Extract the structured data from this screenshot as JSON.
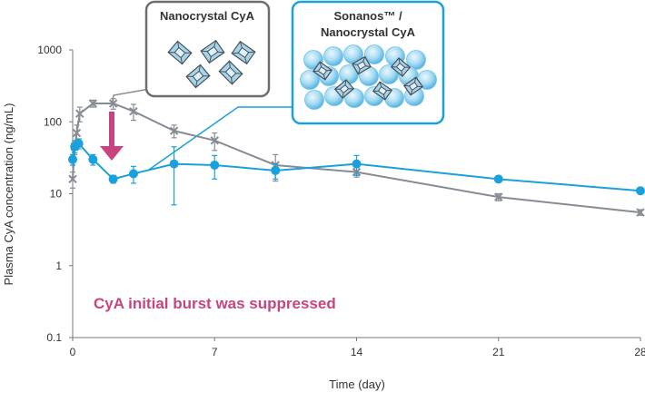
{
  "chart_data": {
    "type": "line",
    "xlabel": "Time (day)",
    "ylabel": "Plasma CyA concentration (ng/mL)",
    "x_ticks": [
      "0",
      "7",
      "14",
      "21",
      "28"
    ],
    "y_ticks": [
      "0.1",
      "1",
      "10",
      "100",
      "1000"
    ],
    "xlim": [
      0,
      28
    ],
    "ylim": [
      0.1,
      1000
    ],
    "y_scale": "log",
    "grid": false,
    "series": [
      {
        "name": "Nanocrystal CyA",
        "color": "#878c94",
        "marker": "x",
        "points": [
          {
            "x": 0,
            "y": 16,
            "err": 4
          },
          {
            "x": 0.1,
            "y": 45,
            "err": 10
          },
          {
            "x": 0.2,
            "y": 70,
            "err": 20
          },
          {
            "x": 0.35,
            "y": 130,
            "err": 30
          },
          {
            "x": 1,
            "y": 180,
            "err": 20
          },
          {
            "x": 2,
            "y": 180,
            "err": 30
          },
          {
            "x": 3,
            "y": 140,
            "err": 35
          },
          {
            "x": 5,
            "y": 75,
            "err": 15
          },
          {
            "x": 7,
            "y": 55,
            "err": 15
          },
          {
            "x": 10,
            "y": 25,
            "err": 10
          },
          {
            "x": 14,
            "y": 20,
            "err": 3
          },
          {
            "x": 21,
            "y": 9,
            "err": 1
          },
          {
            "x": 28,
            "y": 5.5,
            "err": 0.5
          }
        ]
      },
      {
        "name": "Sonanos™ / Nanocrystal CyA",
        "color": "#1aa0dc",
        "marker": "circle",
        "points": [
          {
            "x": 0,
            "y": 30,
            "err": 5
          },
          {
            "x": 0.1,
            "y": 45,
            "err": 8
          },
          {
            "x": 0.3,
            "y": 50,
            "err": 8
          },
          {
            "x": 1,
            "y": 30,
            "err": 5
          },
          {
            "x": 2,
            "y": 16,
            "err": 2
          },
          {
            "x": 3,
            "y": 19,
            "err": 5
          },
          {
            "x": 5,
            "y": 26,
            "err": 19
          },
          {
            "x": 7,
            "y": 25,
            "err": 9
          },
          {
            "x": 10,
            "y": 21,
            "err": 5
          },
          {
            "x": 14,
            "y": 26,
            "err": 8
          },
          {
            "x": 21,
            "y": 16,
            "err": 1
          },
          {
            "x": 28,
            "y": 11,
            "err": 1
          }
        ]
      }
    ],
    "callouts": [
      {
        "title": "Nanocrystal CyA",
        "border_color": "#6e6e6e"
      },
      {
        "title_line1": "Sonanos™ /",
        "title_line2": "Nanocrystal CyA",
        "border_color": "#1aa0dc"
      }
    ],
    "annotation": {
      "text": "CyA initial burst was suppressed",
      "color": "#c8447f"
    },
    "arrow_color": "#c8447f"
  }
}
